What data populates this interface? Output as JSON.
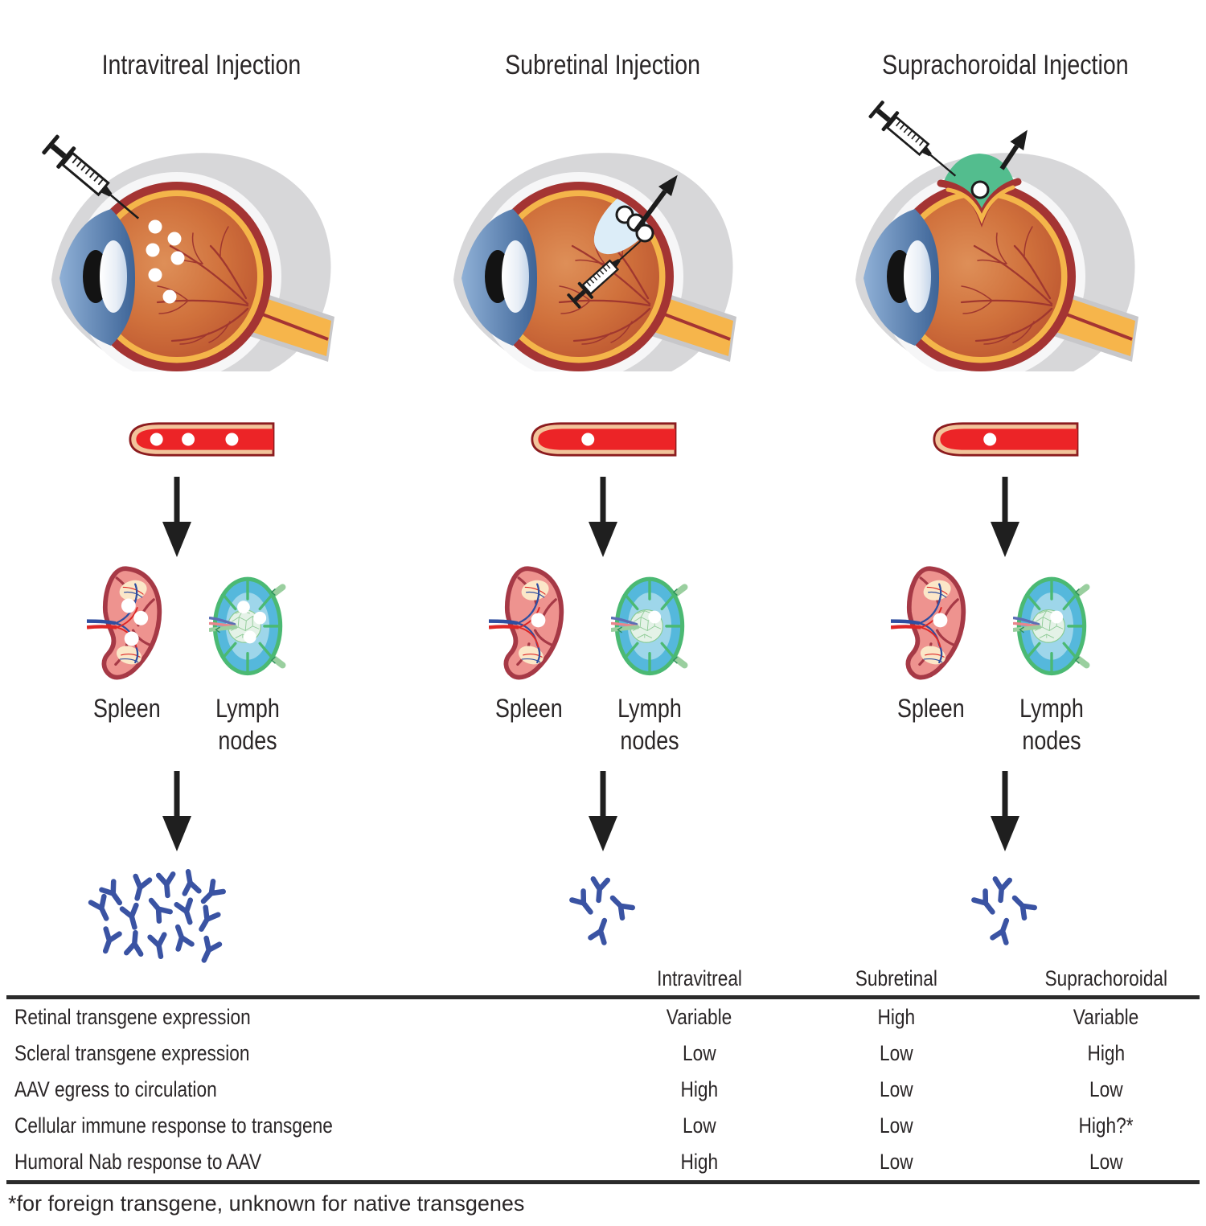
{
  "figure": {
    "columns": [
      {
        "title": "Intravitreal Injection",
        "eye": {
          "vitreous_particle_count": 6
        },
        "circulation": {
          "particle_count": 3
        },
        "spleen": {
          "label": "Spleen",
          "particle_count": 3
        },
        "lymph_nodes": {
          "label": "Lymph nodes",
          "particle_count": 3
        },
        "antibodies": {
          "count": 15
        }
      },
      {
        "title": "Subretinal Injection",
        "eye": {
          "bleb_particle_count": 3
        },
        "circulation": {
          "particle_count": 1
        },
        "spleen": {
          "label": "Spleen",
          "particle_count": 1
        },
        "lymph_nodes": {
          "label": "Lymph nodes",
          "particle_count": 1
        },
        "antibodies": {
          "count": 4
        }
      },
      {
        "title": "Suprachoroidal Injection",
        "eye": {
          "bleb_particle_count": 1
        },
        "circulation": {
          "particle_count": 1
        },
        "spleen": {
          "label": "Spleen",
          "particle_count": 1
        },
        "lymph_nodes": {
          "label": "Lymph nodes",
          "particle_count": 1
        },
        "antibodies": {
          "count": 4
        }
      }
    ]
  },
  "table": {
    "column_headers": [
      "Intravitreal",
      "Subretinal",
      "Suprachoroidal"
    ],
    "rows": [
      {
        "label": "Retinal transgene expression",
        "values": [
          "Variable",
          "High",
          "Variable"
        ]
      },
      {
        "label": "Scleral transgene expression",
        "values": [
          "Low",
          "Low",
          "High"
        ]
      },
      {
        "label": "AAV egress to circulation",
        "values": [
          "High",
          "Low",
          "Low"
        ]
      },
      {
        "label": "Cellular immune response to transgene",
        "values": [
          "Low",
          "Low",
          "High?*"
        ]
      },
      {
        "label": "Humoral Nab response to AAV",
        "values": [
          "High",
          "Low",
          "Low"
        ]
      }
    ],
    "footnote": "*for foreign transgene, unknown for native transgenes"
  },
  "colors": {
    "vessel_red": "#EC2427",
    "choroid_red": "#A43433",
    "retina_gold": "#F4B54A",
    "spleen_pink": "#EE938F",
    "spleen_outline": "#A63946",
    "lymph_fill_blue": "#55B8DC",
    "lymph_outline_green": "#4BB973",
    "suprachoroidal_bleb_green": "#53BD8E",
    "subretinal_bleb_blue": "#DCEDF8",
    "antibody_blue": "#3A53A3",
    "text": "#2A2627"
  }
}
